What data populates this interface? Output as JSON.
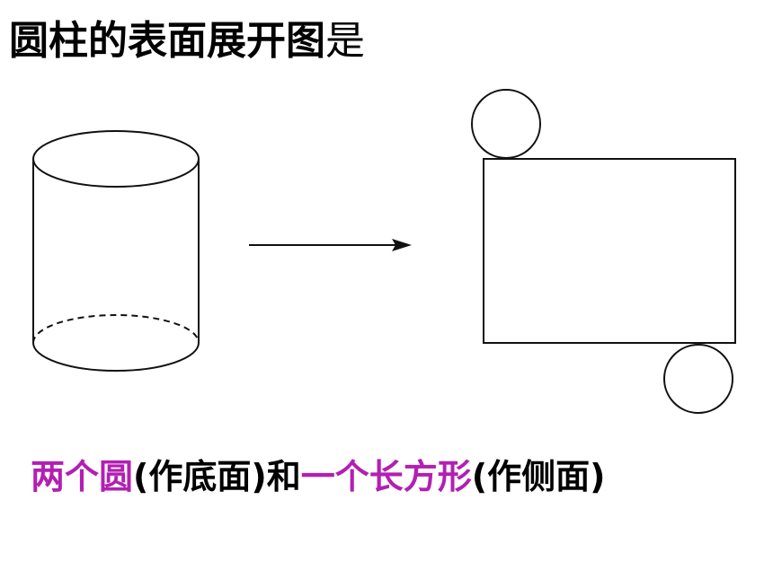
{
  "title": {
    "main": "圆柱的表面展开图",
    "tail": "是"
  },
  "caption": {
    "p1": "两个圆",
    "p2": "(作底面)和",
    "p3": "一个长方形",
    "p4": "(作侧面)"
  },
  "colors": {
    "highlight": "#b21fb2",
    "text": "#000000",
    "line": "#111111"
  }
}
